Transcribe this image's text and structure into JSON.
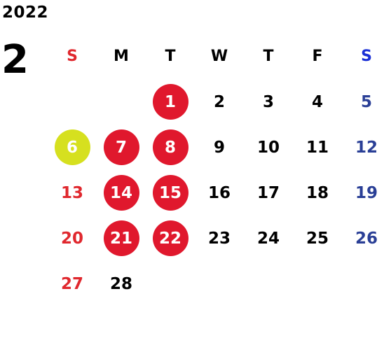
{
  "calendar": {
    "year": "2022",
    "month": "2",
    "weekdays": [
      "S",
      "M",
      "T",
      "W",
      "T",
      "F",
      "S"
    ],
    "weeks": [
      [
        "",
        "",
        "1",
        "2",
        "3",
        "4",
        "5"
      ],
      [
        "6",
        "7",
        "8",
        "9",
        "10",
        "11",
        "12"
      ],
      [
        "13",
        "14",
        "15",
        "16",
        "17",
        "18",
        "19"
      ],
      [
        "20",
        "21",
        "22",
        "23",
        "24",
        "25",
        "26"
      ],
      [
        "27",
        "28",
        "",
        "",
        "",
        "",
        ""
      ]
    ],
    "highlighted_red": [
      "1",
      "7",
      "8",
      "14",
      "15",
      "21",
      "22"
    ],
    "highlighted_yellow": [
      "6"
    ],
    "colors": {
      "sunday": "#e0282e",
      "saturday_header": "#1a2fd6",
      "saturday": "#2a3f96",
      "red_circle": "#e0182d",
      "yellow_circle": "#d6e01f"
    }
  }
}
